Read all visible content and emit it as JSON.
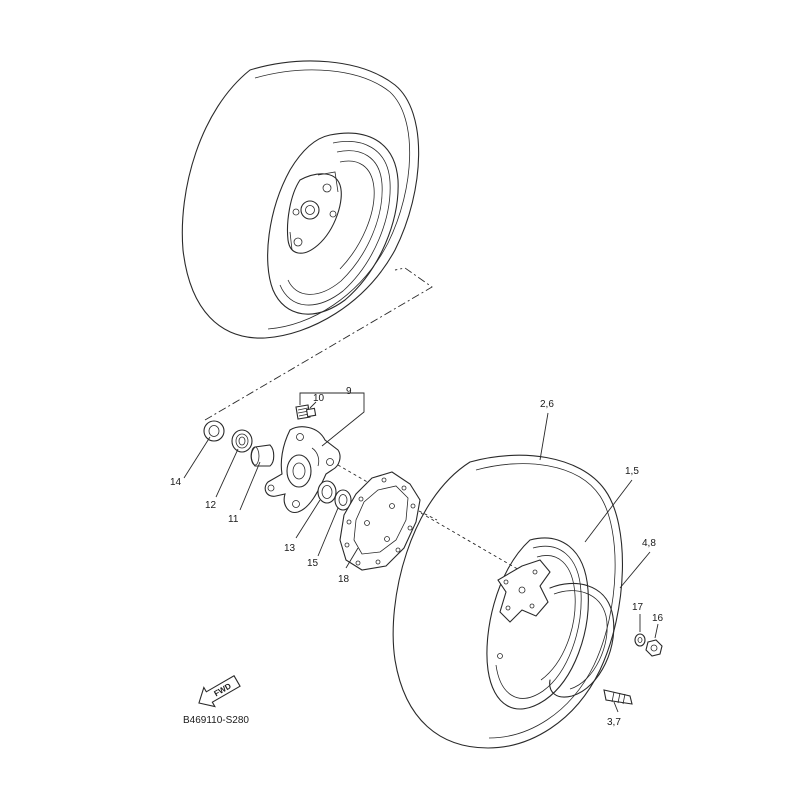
{
  "callouts": {
    "c14": "14",
    "c12": "12",
    "c11": "11",
    "c10": "10",
    "c9": "9",
    "c13": "13",
    "c15": "15",
    "c18": "18",
    "c26": "2,6",
    "c15b": "1,5",
    "c48": "4,8",
    "c17": "17",
    "c16": "16",
    "c37": "3,7"
  },
  "fwd_label": "FWD",
  "diagram_code": "B469110-S280",
  "icons": {
    "direction": "fwd-arrow-icon"
  }
}
